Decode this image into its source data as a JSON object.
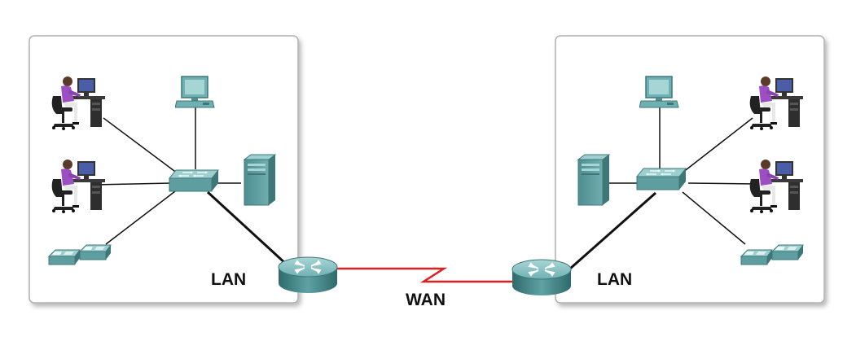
{
  "labels": {
    "lan_left": "LAN",
    "lan_right": "LAN",
    "wan": "WAN"
  },
  "colors": {
    "device_teal": "#5f9ea0",
    "device_teal_dark": "#3f7779",
    "device_teal_light": "#9ccfd0",
    "wan_link": "#e01e1e",
    "lan_box_border": "#b0b0b0",
    "person_shirt": "#9b4fc2"
  },
  "icons": {
    "workstation_user": "user-workstation-icon",
    "computer": "computer-icon",
    "switch": "switch-icon",
    "server": "server-icon",
    "ip_phone": "ip-phone-icon",
    "router": "router-icon"
  }
}
